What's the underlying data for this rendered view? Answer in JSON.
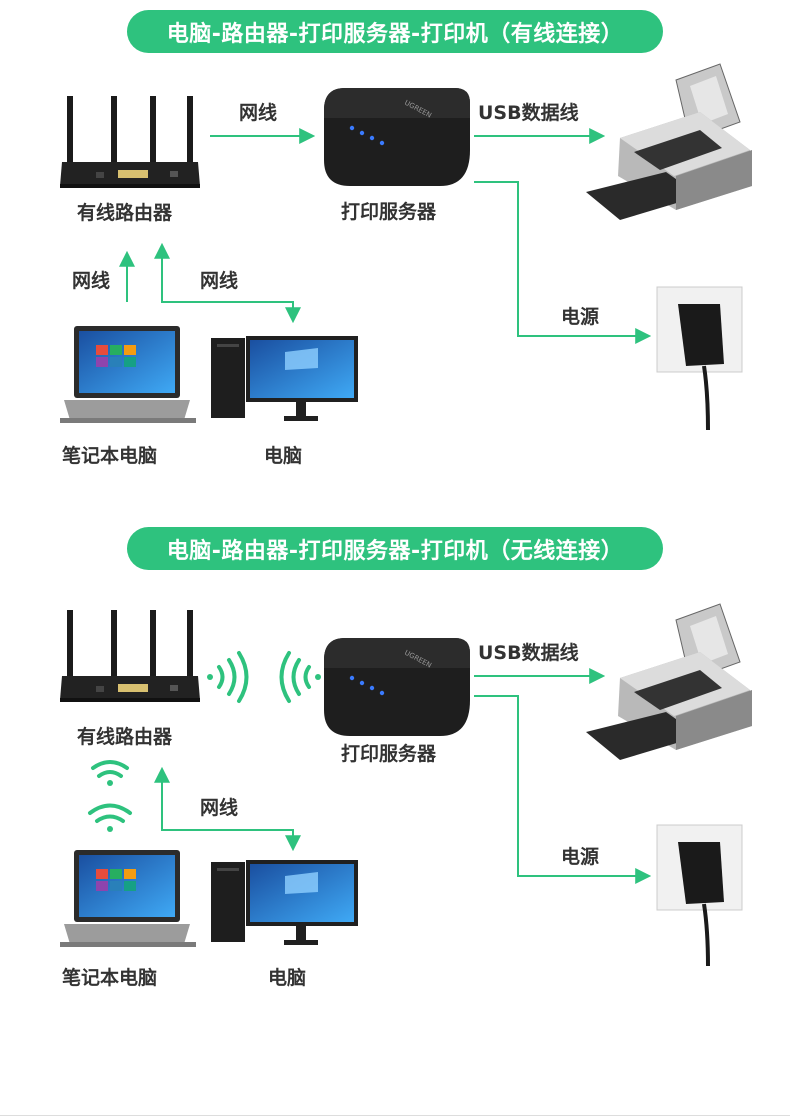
{
  "colors": {
    "accent": "#2ec27e",
    "text": "#333333"
  },
  "section1": {
    "title": "电脑-路由器-打印服务器-打印机（有线连接）",
    "router_label": "有线路由器",
    "server_label": "打印服务器",
    "usb_label": "USB数据线",
    "power_label": "电源",
    "router_server_wire_label": "网线",
    "laptop_wire_label": "网线",
    "pc_wire_label": "网线",
    "laptop_label": "笔记本电脑",
    "pc_label": "电脑",
    "server_brand": "UGREEN"
  },
  "section2": {
    "title": "电脑-路由器-打印服务器-打印机（无线连接）",
    "router_label": "有线路由器",
    "server_label": "打印服务器",
    "usb_label": "USB数据线",
    "power_label": "电源",
    "pc_wire_label": "网线",
    "laptop_label": "笔记本电脑",
    "pc_label": "电脑",
    "server_brand": "UGREEN"
  }
}
